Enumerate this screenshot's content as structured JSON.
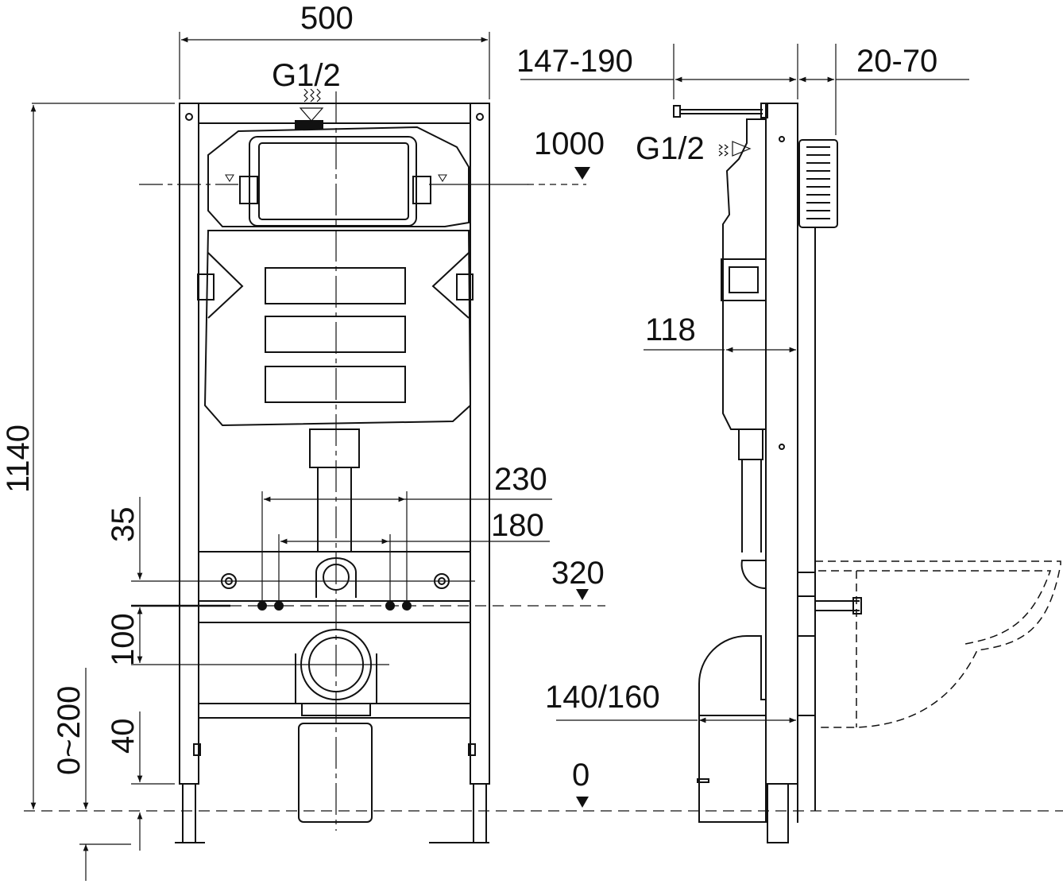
{
  "labels": {
    "width_500": "500",
    "inlet_front": "G1/2",
    "depth_range": "147-190",
    "wall_range": "20-70",
    "height_1000": "1000",
    "inlet_side": "G1/2",
    "depth_118": "118",
    "height_1140": "1140",
    "dist_230": "230",
    "dist_180": "180",
    "height_35": "35",
    "height_320": "320",
    "height_100": "100",
    "adjust_0_200": "0~200",
    "height_40": "40",
    "level_0": "0",
    "drain_140_160": "140/160"
  }
}
